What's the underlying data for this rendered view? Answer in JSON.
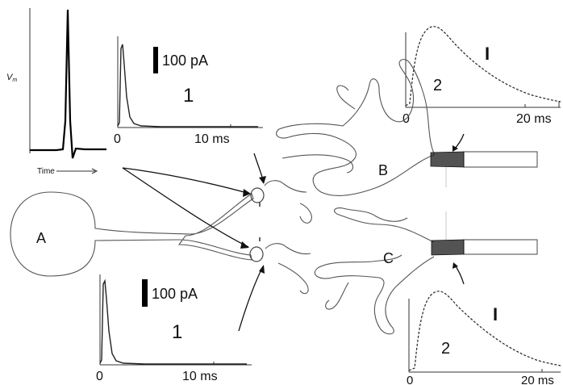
{
  "neurons": {
    "a_label": "A",
    "b_label": "B",
    "c_label": "C"
  },
  "vm_inset": {
    "ylabel": "V",
    "ylabel_sub": "m",
    "xlabel": "Time"
  },
  "epsc_left_top": {
    "scale_label": "100 pA",
    "trace_label": "1",
    "x_start": "0",
    "x_end": "10 ms"
  },
  "epsc_left_bottom": {
    "scale_label": "100 pA",
    "trace_label": "1",
    "x_start": "0",
    "x_end": "10 ms"
  },
  "epsc_right_top": {
    "scale_mark": "I",
    "trace_label": "2",
    "x_start": "0",
    "x_end": "20 ms"
  },
  "epsc_right_bottom": {
    "scale_mark": "I",
    "trace_label": "2",
    "x_start": "0",
    "x_end": "20 ms"
  }
}
